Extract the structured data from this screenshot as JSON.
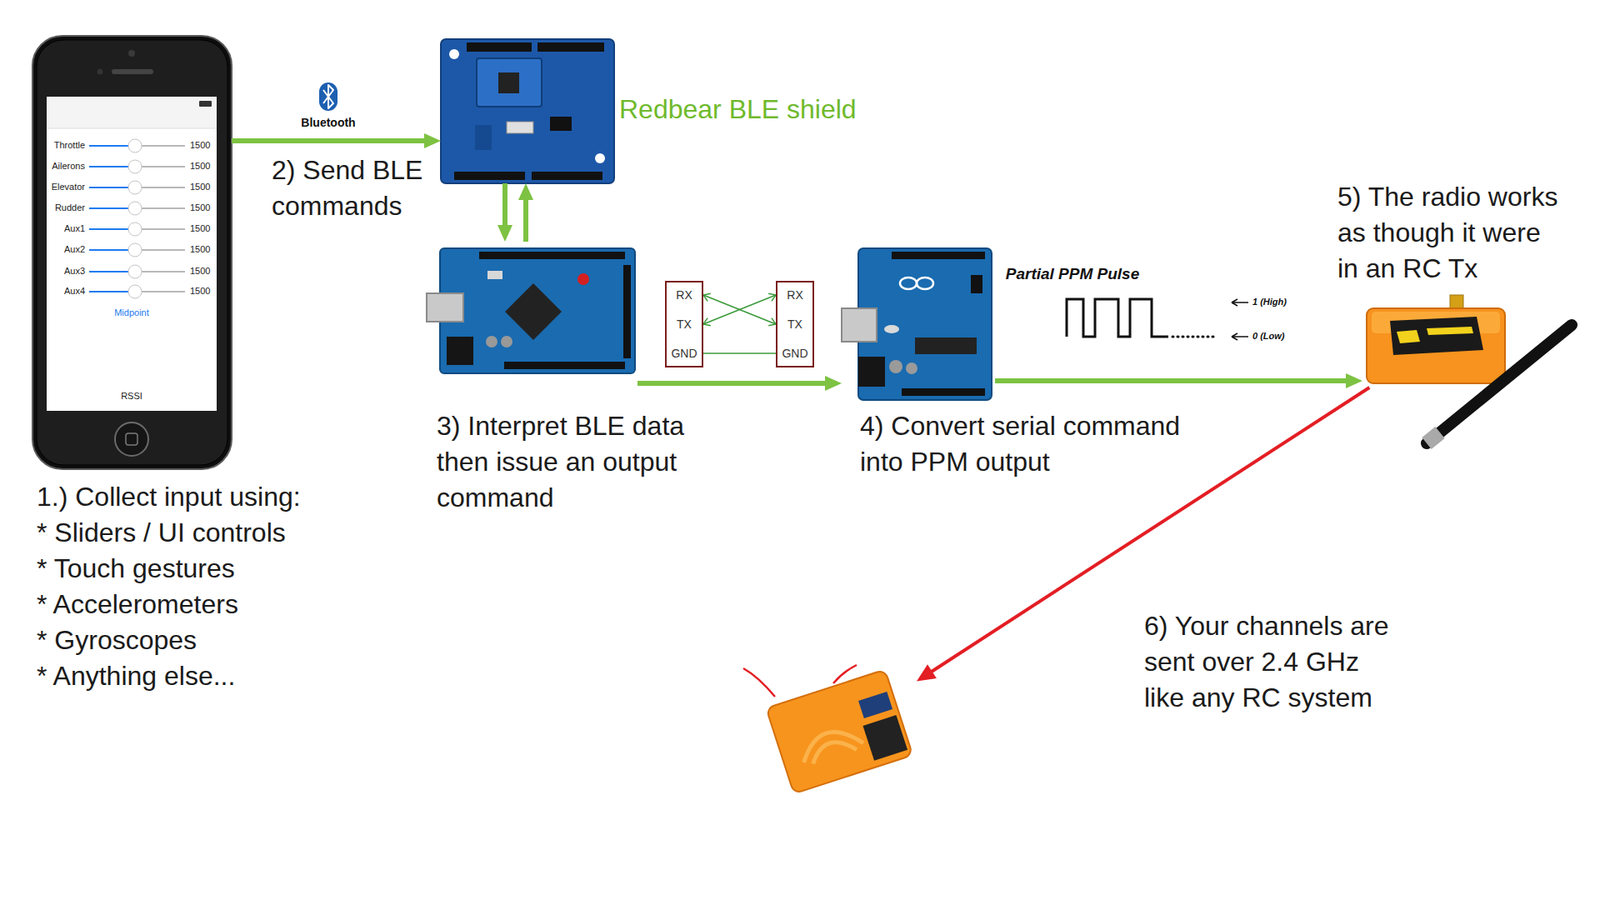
{
  "diagram": {
    "nodes": [
      {
        "text": [
          "1.) Collect input using:",
          "* Sliders / UI controls",
          "* Touch gestures",
          "* Accelerometers",
          "* Gyroscopes",
          "* Anything else..."
        ]
      },
      {
        "text": [
          "Redbear BLE shield"
        ]
      },
      {
        "text": [
          "3) Interpret BLE data then issue an output command"
        ]
      },
      {
        "text": [
          "RX",
          "TX",
          "GND"
        ]
      },
      {
        "text": [
          "RX",
          "TX",
          "GND"
        ]
      },
      {
        "text": [
          "4) Convert serial command into PPM output"
        ]
      },
      {
        "text": [
          "5) The radio works as though it were in an RC Tx"
        ]
      },
      {
        "text": []
      }
    ],
    "edges": [
      {
        "from": 0,
        "to": 1,
        "arrow": "to",
        "label": "2) Send BLE commands"
      },
      {
        "from": 1,
        "to": 2,
        "arrow": "to"
      },
      {
        "from": 2,
        "to": 1,
        "arrow": "to"
      },
      {
        "from": 2,
        "to": 5,
        "arrow": "to"
      },
      {
        "from": 5,
        "to": 6,
        "arrow": "to"
      },
      {
        "from": 6,
        "to": 7,
        "arrow": "to",
        "label": "6) Your channels are sent over 2.4 GHz like any RC system"
      },
      {
        "from": 3,
        "to": 4,
        "arrow": "both"
      },
      {
        "from": 3,
        "to": 4,
        "arrow": "both"
      },
      {
        "from": 3,
        "to": 4,
        "arrow": "none"
      }
    ],
    "labels": [
      "Throttle",
      "1500",
      "Ailerons",
      "1500",
      "Elevator",
      "1500",
      "Rudder",
      "1500",
      "Aux1",
      "1500",
      "Aux2",
      "1500",
      "Aux3",
      "1500",
      "Aux4",
      "1500",
      "Midpoint",
      "RSSI",
      "Bluetooth",
      "Partial PPM Pulse",
      "1 (High)",
      "0 (Low)"
    ]
  }
}
